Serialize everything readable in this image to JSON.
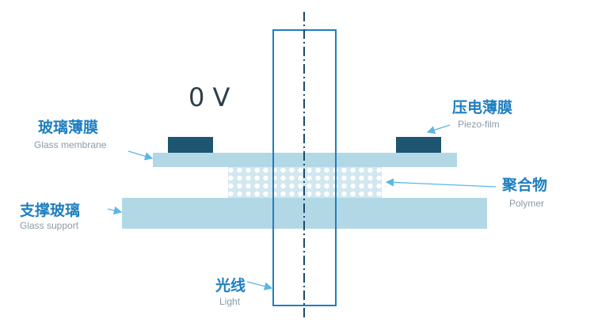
{
  "voltage": "0 V",
  "labels": {
    "glass_membrane": {
      "zh": "玻璃薄膜",
      "en": "Glass membrane"
    },
    "glass_support": {
      "zh": "支撑玻璃",
      "en": "Glass support"
    },
    "piezo_film": {
      "zh": "压电薄膜",
      "en": "Piezo-film"
    },
    "polymer": {
      "zh": "聚合物",
      "en": "Polymer"
    },
    "light": {
      "zh": "光线",
      "en": "Light"
    }
  },
  "colors": {
    "glass": "#b2d8e6",
    "electrode": "#1e5570",
    "beam": "#1f7fc0",
    "axis": "#1e4a66",
    "label": "#1f7fc0"
  }
}
